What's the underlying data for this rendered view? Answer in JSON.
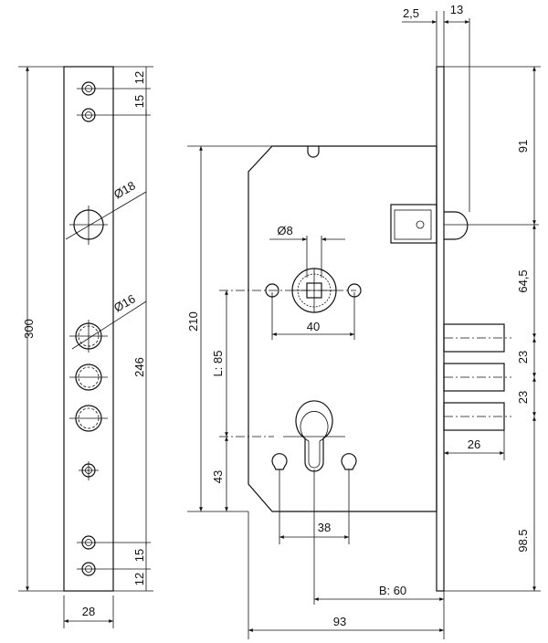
{
  "faceplate": {
    "height_total": "300",
    "top_hole_1": "12",
    "top_hole_2": "15",
    "hole_d18": "Ø18",
    "hole_d16": "Ø16",
    "span_246": "246",
    "bottom_hole_2": "15",
    "bottom_hole_1": "12",
    "width": "28"
  },
  "body": {
    "thickness": "2,5",
    "bolt_offset": "13",
    "height": "210",
    "spindle_d": "Ø8",
    "spacing_40": "40",
    "L_85": "L: 85",
    "bottom_43": "43",
    "cyl_38": "38",
    "top_91": "91",
    "latch_64": "64,5",
    "bolt_23a": "23",
    "bolt_23b": "23",
    "bolt_throw": "26",
    "bottom_98": "98.5",
    "backset": "B: 60",
    "depth": "93"
  }
}
